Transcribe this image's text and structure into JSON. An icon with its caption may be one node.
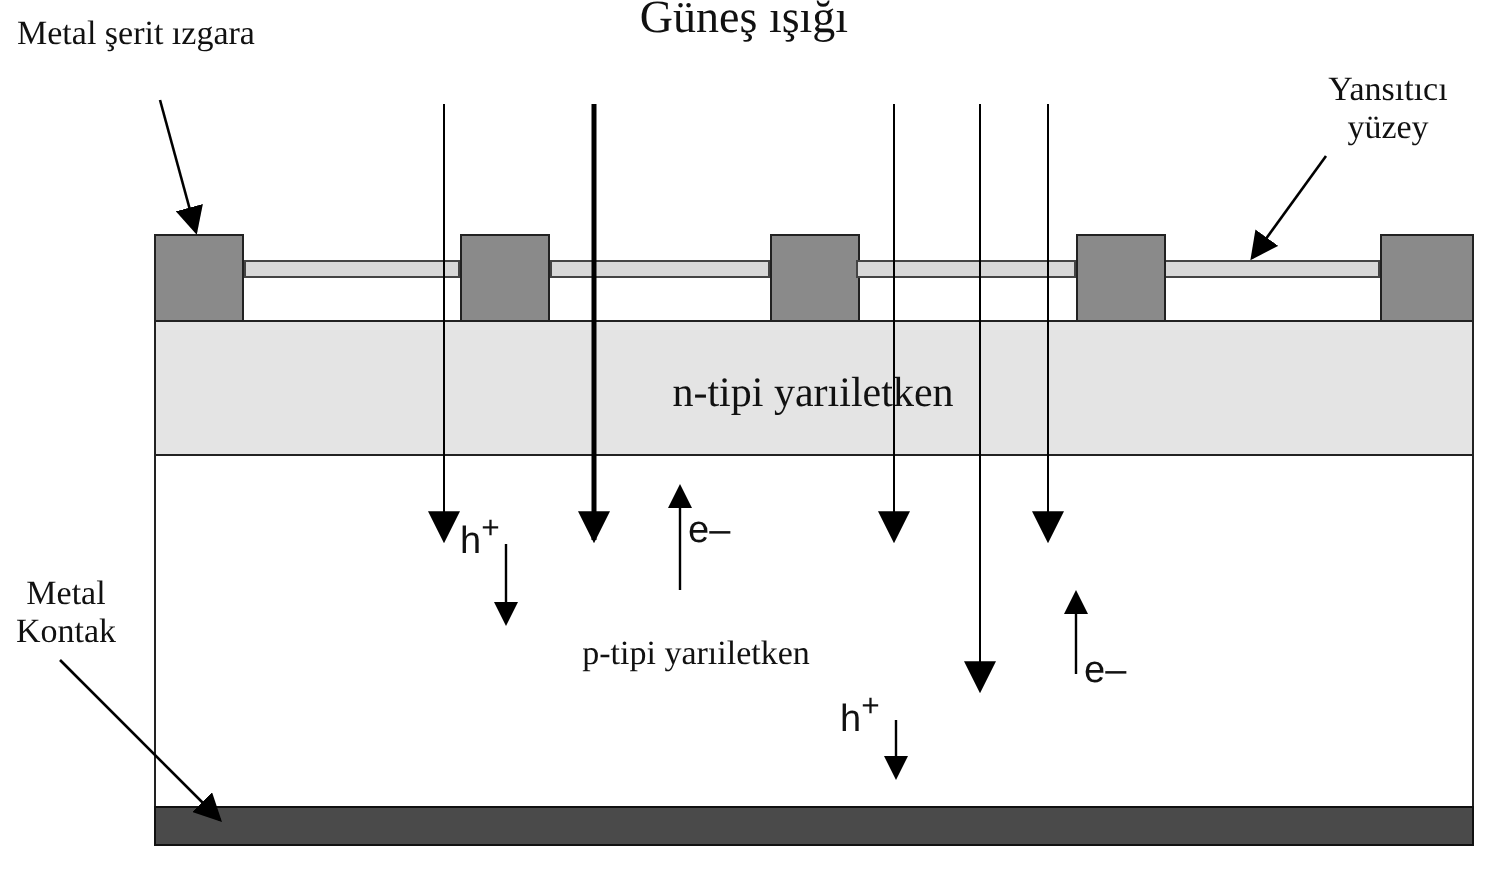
{
  "diagram": {
    "title": "Güneş ışığı",
    "nodes": [
      {
        "text": [
          "Metal şerit ızgara"
        ]
      },
      {
        "text": [],
        "shape": "box"
      },
      {
        "text": [
          "Yansıtıcı yüzey"
        ]
      },
      {
        "text": [],
        "shape": "bar"
      },
      {
        "text": [
          "Metal Kontak"
        ]
      },
      {
        "text": [],
        "shape": "bar"
      },
      {
        "text": [
          "n-tipi yarıiletken"
        ]
      },
      {
        "text": [
          "p-tipi yarıiletken"
        ]
      }
    ],
    "edges": [
      {
        "from": 0,
        "to": 1,
        "arrow": "to"
      },
      {
        "from": 2,
        "to": 3,
        "arrow": "to"
      },
      {
        "from": 4,
        "to": 5,
        "arrow": "to"
      }
    ],
    "labels": [
      "h$^{+}$",
      "e–",
      "e–",
      "h$^{+}$"
    ]
  }
}
